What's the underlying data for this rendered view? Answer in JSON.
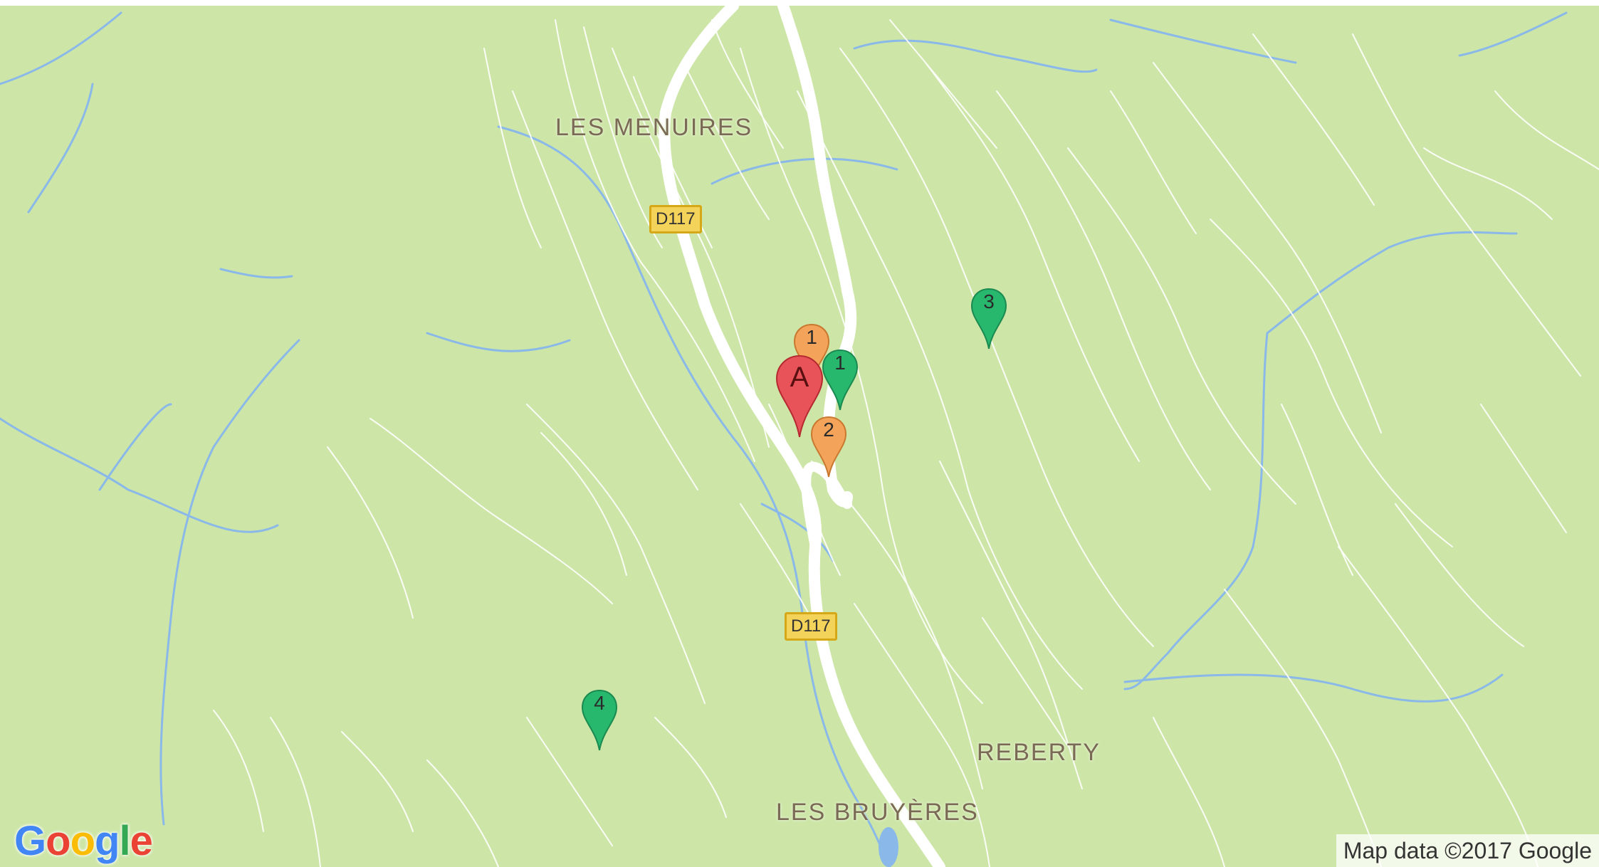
{
  "map": {
    "colors": {
      "land": "#cde6a8",
      "road": "#ffffff",
      "water": "#8ab8e8",
      "label": "#7a6a55",
      "shield_fill": "#f4d35a"
    },
    "place_labels": {
      "les_menuires": "LES MENUIRES",
      "reberty": "REBERTY",
      "les_bruyeres": "LES BRUYÈRES"
    },
    "road_shields": {
      "north": "D117",
      "south": "D117"
    },
    "markers": {
      "primary": {
        "label": "A",
        "color": "#e8535a"
      },
      "orange_1": {
        "label": "1",
        "color": "#f4a35a"
      },
      "orange_2": {
        "label": "2",
        "color": "#f4a35a"
      },
      "green_1": {
        "label": "1",
        "color": "#27b86e"
      },
      "green_3": {
        "label": "3",
        "color": "#27b86e"
      },
      "green_4": {
        "label": "4",
        "color": "#27b86e"
      }
    },
    "logo": [
      "G",
      "o",
      "o",
      "g",
      "l",
      "e"
    ],
    "attribution": "Map data ©2017 Google"
  }
}
